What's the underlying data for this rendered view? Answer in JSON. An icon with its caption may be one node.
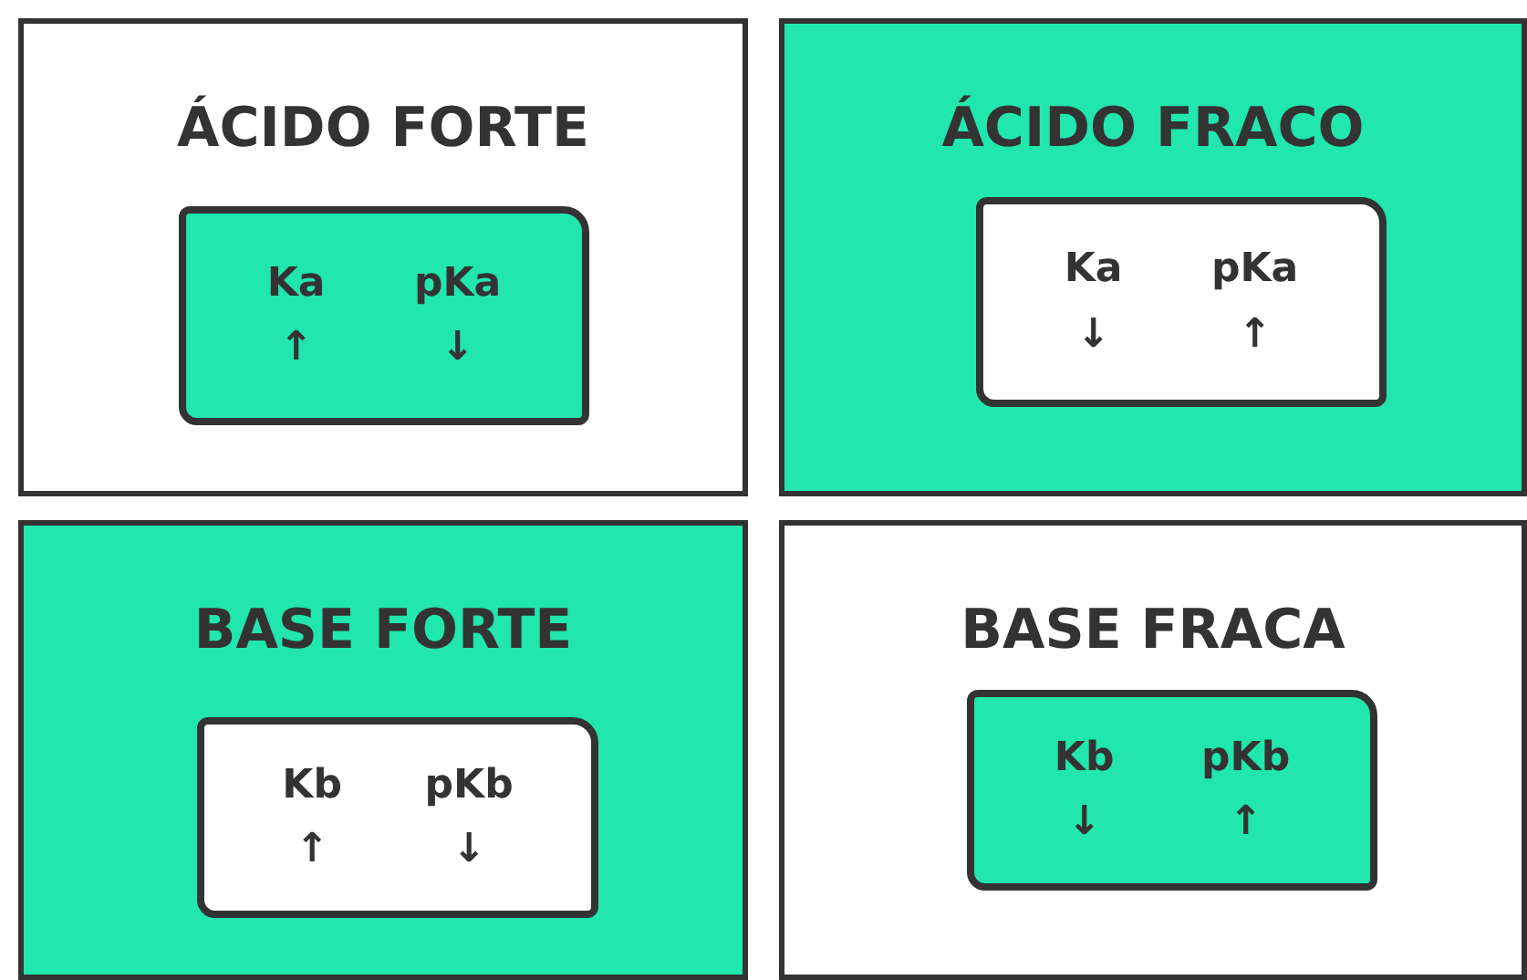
{
  "diagram": {
    "nodes": [
      {
        "text": [
          "ÁCIDO FORTE"
        ]
      },
      {
        "text": [
          "Ka ↑",
          "pKa ↓"
        ],
        "in": 0
      },
      {
        "text": [
          "ÁCIDO FRACO"
        ]
      },
      {
        "text": [
          "Ka ↓",
          "pKa ↑"
        ],
        "in": 2
      },
      {
        "text": [
          "BASE FORTE"
        ]
      },
      {
        "text": [
          "Kb ↑",
          "pKb ↓"
        ],
        "in": 4
      },
      {
        "text": [
          "BASE FRACA"
        ]
      },
      {
        "text": [
          "Kb ↓",
          "pKb ↑"
        ],
        "in": 6
      }
    ]
  }
}
